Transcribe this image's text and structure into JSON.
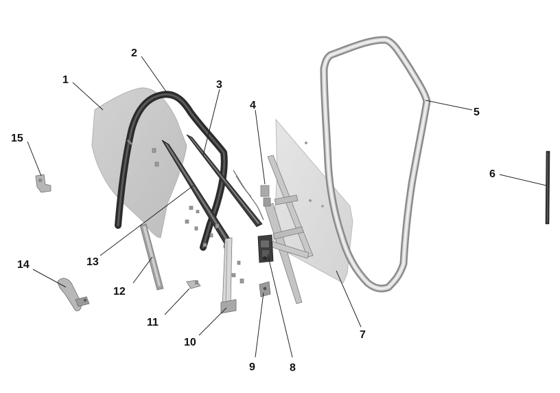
{
  "parts": [
    {
      "number": "1"
    },
    {
      "number": "2"
    },
    {
      "number": "3"
    },
    {
      "number": "4"
    },
    {
      "number": "5"
    },
    {
      "number": "6"
    },
    {
      "number": "7"
    },
    {
      "number": "8"
    },
    {
      "number": "9"
    },
    {
      "number": "10"
    },
    {
      "number": "11"
    },
    {
      "number": "12"
    },
    {
      "number": "13"
    },
    {
      "number": "14"
    },
    {
      "number": "15"
    }
  ],
  "colors": {
    "glass": "#c9c9c9",
    "glass_edge": "#b3b3b3",
    "seal_dark": "#2e2e2e",
    "seal_light": "#d6d6d6",
    "metal": "#a8a8a8",
    "label": "#111111"
  }
}
